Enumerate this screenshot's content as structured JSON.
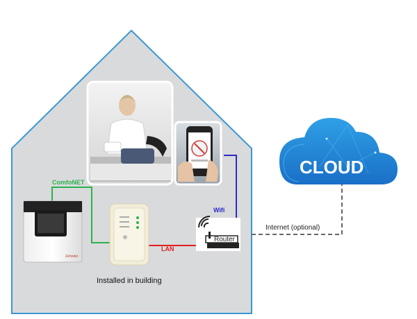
{
  "labels": {
    "comfonet": "ComfoNET",
    "wifi": "Wifi",
    "lan": "LAN",
    "internet": "Internet (optional)",
    "installed": "Installed in building",
    "cloud": "CLOUD",
    "router": "Router",
    "brand": "Zehnder"
  },
  "colors": {
    "house_fill": "#d9dadc",
    "house_stroke": "#3a97d5",
    "comfonet_line": "#2bb24c",
    "wifi_line": "#2a2ac8",
    "lan_line": "#e02020",
    "internet_line": "#666666",
    "cloud_blue": "#1d7fd4",
    "cloud_light": "#5ec6f3",
    "text_green": "#2bb24c",
    "text_blue": "#2a2ac8",
    "text_red": "#e02020"
  }
}
